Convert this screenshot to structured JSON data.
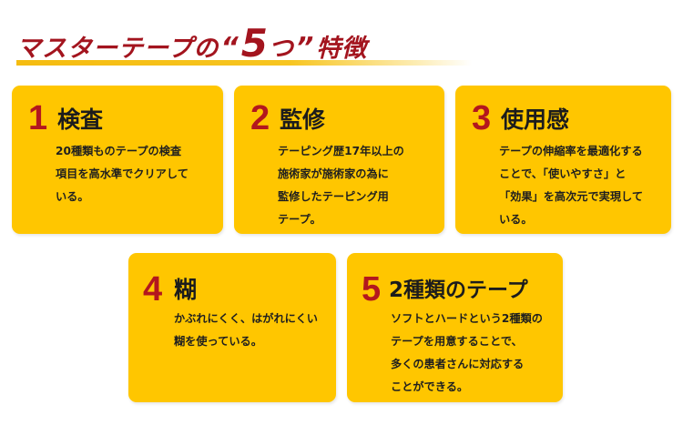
{
  "title": {
    "main": "マスターテープの",
    "open_quote": "“",
    "number": "5",
    "tsu": "つ",
    "close_quote": "”",
    "tail": "特徴"
  },
  "features": [
    {
      "number": "1",
      "heading": "検査",
      "body": "20種類ものテープの検査\n項目を高水準でクリアして\nいる。"
    },
    {
      "number": "2",
      "heading": "監修",
      "body": "テーピング歴17年以上の\n施術家が施術家の為に\n監修したテーピング用\nテープ。"
    },
    {
      "number": "3",
      "heading": "使用感",
      "body": "テープの伸縮率を最適化する\nことで、「使いやすさ」と\n「効果」を高次元で実現して\nいる。"
    },
    {
      "number": "4",
      "heading": "糊",
      "body": "かぶれにくく、はがれにくい\n糊を使っている。"
    },
    {
      "number": "5",
      "heading": "2種類のテープ",
      "body": "ソフトとハードという2種類の\nテープを用意することで、\n多くの患者さんに対応する\nことができる。"
    }
  ],
  "colors": {
    "title": "#a3141e",
    "card_background": "#ffc600",
    "number": "#b3171e",
    "text": "#1c1c1c",
    "underline": "#f5bc10"
  }
}
